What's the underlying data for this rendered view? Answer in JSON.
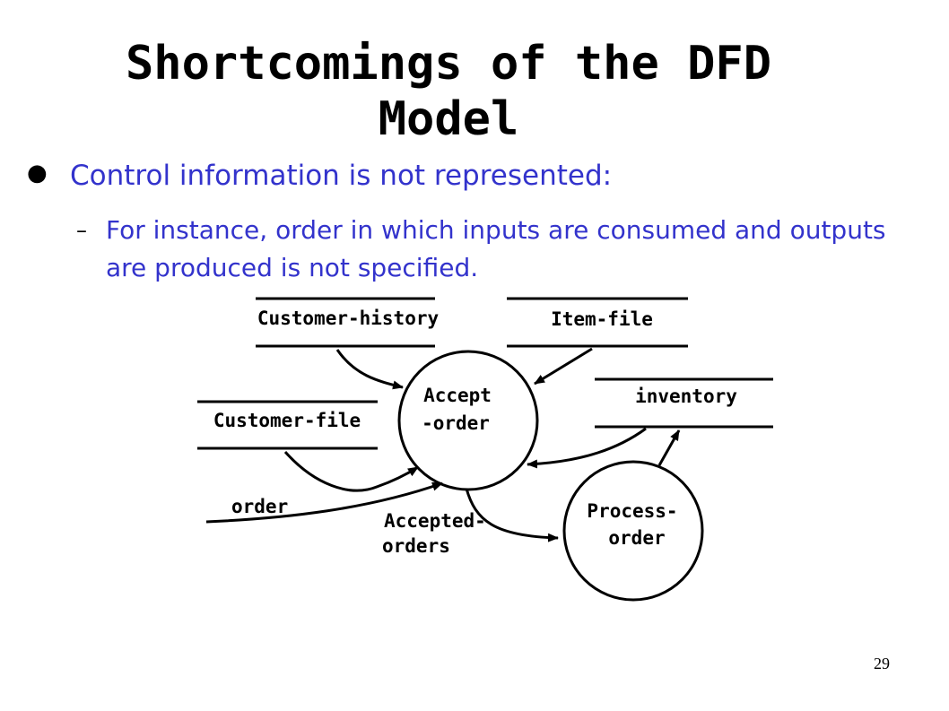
{
  "slide": {
    "title_line1": "Shortcomings of the DFD",
    "title_line2": "Model",
    "bullet": "Control  information is not represented:",
    "bullet_marker": "●",
    "sub_marker": "–",
    "sub_bullet": "For instance, order in which inputs are consumed and outputs are produced  is not specified.",
    "page_number": "29"
  },
  "diagram": {
    "processes": {
      "accept_order_line1": "Accept",
      "accept_order_line2": "-order",
      "process_order_line1": "Process-",
      "process_order_line2": "order"
    },
    "data_stores": {
      "customer_history": "Customer-history",
      "item_file": "Item-file",
      "customer_file": "Customer-file",
      "inventory": "inventory"
    },
    "flows": {
      "order": "order",
      "accepted_orders_line1": "Accepted-",
      "accepted_orders_line2": "orders"
    }
  }
}
